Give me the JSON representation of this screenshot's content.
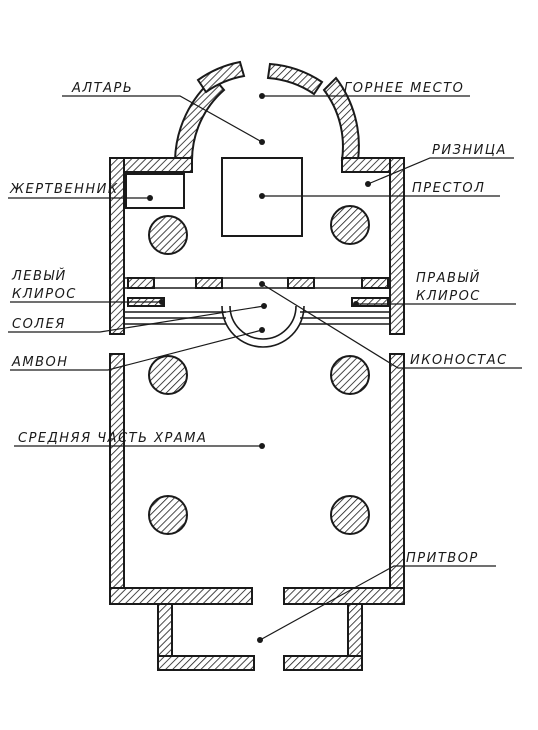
{
  "labels": {
    "altar": "АЛТАРЬ",
    "gornee": "ГОРНЕЕ МЕСТО",
    "riznica": "РИЗНИЦА",
    "zhertvennik": "ЖЕРТВЕННИК",
    "prestol": "ПРЕСТОЛ",
    "levy_line1": "ЛЕВЫЙ",
    "levy_line2": "КЛИРОС",
    "pravy_line1": "ПРАВЫЙ",
    "pravy_line2": "КЛИРОС",
    "soleya": "СОЛЕЯ",
    "ikonostas": "ИКОНОСТАС",
    "ambon": "АМВОН",
    "srednyaya": "СРЕДНЯЯ ЧАСТЬ ХРАМА",
    "pritvor": "ПРИТВОР"
  }
}
